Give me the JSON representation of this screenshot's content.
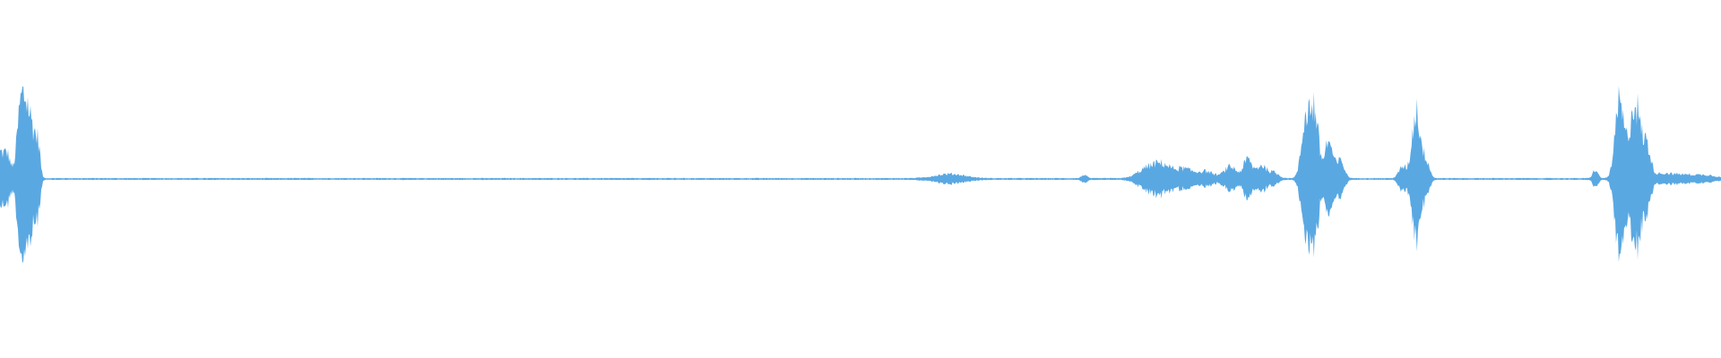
{
  "waveform": {
    "color": "#5aa8e2",
    "background": "#ffffff",
    "duration_fraction_units": "0-1 of clip",
    "baseline_amplitude": 0.006,
    "bursts": [
      {
        "t": 0.0,
        "amp": 0.18,
        "width": 0.0035
      },
      {
        "t": 0.0045,
        "amp": 0.14,
        "width": 0.0025
      },
      {
        "t": 0.012,
        "amp": 0.48,
        "width": 0.003
      },
      {
        "t": 0.016,
        "amp": 0.44,
        "width": 0.003
      },
      {
        "t": 0.02,
        "amp": 0.26,
        "width": 0.0025
      },
      {
        "t": 0.0225,
        "amp": 0.16,
        "width": 0.0015
      },
      {
        "t": 0.552,
        "amp": 0.03,
        "width": 0.012
      },
      {
        "t": 0.63,
        "amp": 0.025,
        "width": 0.002
      },
      {
        "t": 0.665,
        "amp": 0.05,
        "width": 0.007
      },
      {
        "t": 0.675,
        "amp": 0.1,
        "width": 0.008
      },
      {
        "t": 0.688,
        "amp": 0.06,
        "width": 0.006
      },
      {
        "t": 0.7,
        "amp": 0.05,
        "width": 0.007
      },
      {
        "t": 0.715,
        "amp": 0.08,
        "width": 0.005
      },
      {
        "t": 0.725,
        "amp": 0.13,
        "width": 0.0035
      },
      {
        "t": 0.733,
        "amp": 0.09,
        "width": 0.004
      },
      {
        "t": 0.74,
        "amp": 0.04,
        "width": 0.004
      },
      {
        "t": 0.759,
        "amp": 0.46,
        "width": 0.0035
      },
      {
        "t": 0.764,
        "amp": 0.44,
        "width": 0.003
      },
      {
        "t": 0.772,
        "amp": 0.26,
        "width": 0.0035
      },
      {
        "t": 0.779,
        "amp": 0.12,
        "width": 0.003
      },
      {
        "t": 0.815,
        "amp": 0.08,
        "width": 0.003
      },
      {
        "t": 0.823,
        "amp": 0.48,
        "width": 0.0035
      },
      {
        "t": 0.829,
        "amp": 0.12,
        "width": 0.0025
      },
      {
        "t": 0.927,
        "amp": 0.06,
        "width": 0.002
      },
      {
        "t": 0.941,
        "amp": 0.52,
        "width": 0.0035
      },
      {
        "t": 0.95,
        "amp": 0.54,
        "width": 0.0045
      },
      {
        "t": 0.957,
        "amp": 0.2,
        "width": 0.003
      },
      {
        "t": 0.965,
        "amp": 0.03,
        "width": 0.008
      },
      {
        "t": 0.978,
        "amp": 0.025,
        "width": 0.01
      },
      {
        "t": 0.992,
        "amp": 0.02,
        "width": 0.008
      }
    ],
    "sample_count": 1920
  }
}
